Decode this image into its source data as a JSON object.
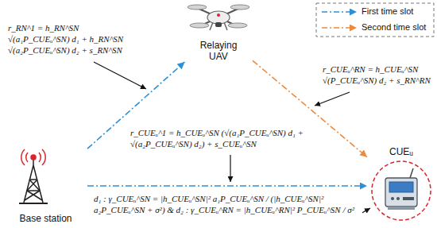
{
  "diagram": {
    "nodes": [
      {
        "text": [
          "Relaying UAV"
        ]
      },
      {
        "text": [
          "Base station"
        ]
      },
      {
        "text": [
          "CUEᵤ"
        ]
      }
    ],
    "edges": [
      {
        "from": 1,
        "to": 0,
        "arrow": "to"
      },
      {
        "from": 0,
        "to": 2,
        "arrow": "to"
      },
      {
        "from": 1,
        "to": 2,
        "arrow": "to"
      }
    ],
    "labels": [
      "r_RN^1 = h_RN^SN √(a₁P_CUEᵤ^SN) d₁ + h_RN^SN √(a₂P_CUEᵤ^SN) d₂ + s_RN^SN",
      "r_CUEᵤ^RN = h_CUEᵤ^SN √(P_CUEᵤ^SN) d₂ + s_RN^RN",
      "r_CUEᵤ^1 = h_CUEᵤ^SN (√(a₁P_CUEᵤ^SN) d₁ + √(a₂P_CUEᵤ^SN) d₂) + s_CUEᵤ^SN",
      "d₁ : γ_CUEᵤ^SN = |h_CUEᵤ^SN|² a₁P_CUEᵤ^SN / (|h_CUEᵤ^SN|² a₂P_CUEᵤ^SN + σ²) & d₂ : γ_CUEᵤ^RN = |h_CUEᵤ^RN|² P_CUEᵤ^SN / σ²"
    ],
    "legend": [
      {
        "text": "First time slot"
      },
      {
        "text": "Second time slot"
      }
    ]
  }
}
